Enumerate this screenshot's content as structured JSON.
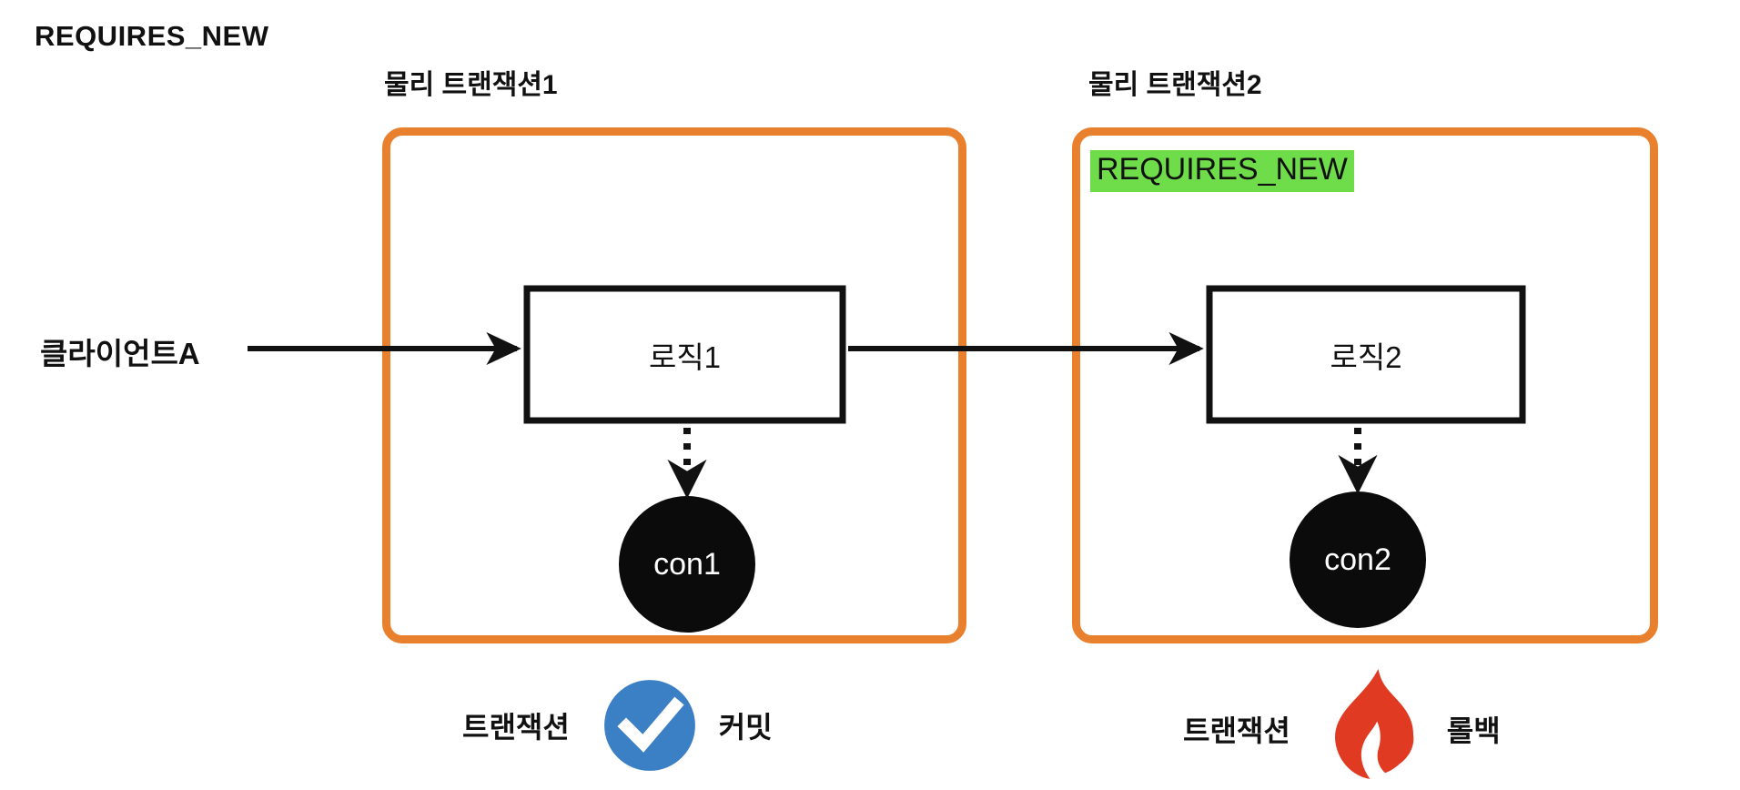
{
  "title": "REQUIRES_NEW",
  "client": {
    "label": "클라이언트A"
  },
  "transactions": [
    {
      "caption": "물리 트랜잭션1",
      "logic_label": "로직1",
      "connection_label": "con1",
      "badge": null,
      "status_prefix": "트랜잭션",
      "status_icon": "blue-check-circle-icon",
      "status_label": "커밋"
    },
    {
      "caption": "물리 트랜잭션2",
      "logic_label": "로직2",
      "connection_label": "con2",
      "badge": "REQUIRES_NEW",
      "status_prefix": "트랜잭션",
      "status_icon": "red-flame-icon",
      "status_label": "롤백"
    }
  ],
  "colors": {
    "frame_orange": "#e8802e",
    "badge_green": "#6fdd4a",
    "commit_blue": "#3b7fc4",
    "rollback_red": "#e03b22",
    "ink_black": "#111111",
    "circle_black": "#0b0b0b",
    "background": "#ffffff"
  },
  "icons": {
    "commit": "check-mark-icon",
    "rollback": "flame-icon",
    "flow_arrow": "arrow-right-icon",
    "connection_arrow": "dotted-arrow-down-icon"
  }
}
